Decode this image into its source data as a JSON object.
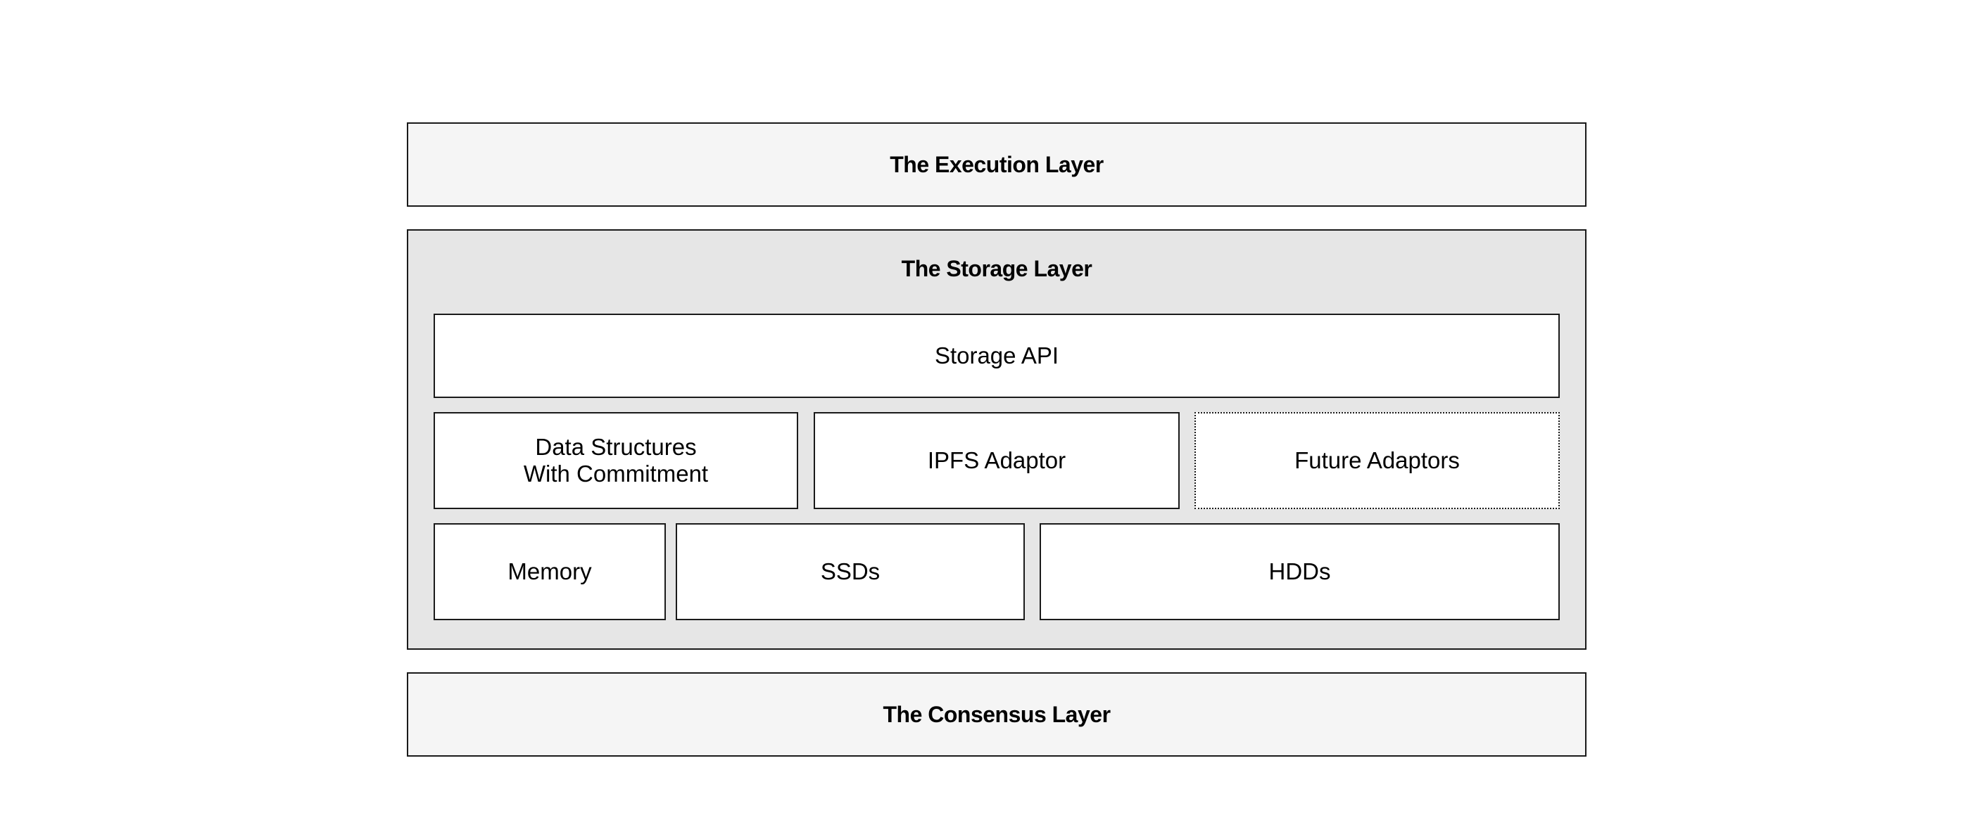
{
  "diagram": {
    "execution_layer": {
      "title": "The Execution Layer"
    },
    "storage_layer": {
      "title": "The Storage Layer",
      "storage_api": "Storage API",
      "adaptors": {
        "data_structures_line1": "Data Structures",
        "data_structures_line2": "With Commitment",
        "ipfs": "IPFS Adaptor",
        "future": "Future Adaptors"
      },
      "media": {
        "memory": "Memory",
        "ssds": "SSDs",
        "hdds": "HDDs"
      }
    },
    "consensus_layer": {
      "title": "The Consensus Layer"
    }
  }
}
